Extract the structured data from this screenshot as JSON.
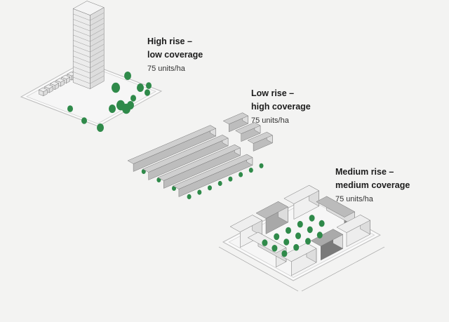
{
  "typologies": [
    {
      "title_line1": "High rise –",
      "title_line2": "low coverage",
      "density": "75 units/ha"
    },
    {
      "title_line1": "Low rise –",
      "title_line2": "high coverage",
      "density": "75 units/ha"
    },
    {
      "title_line1": "Medium rise –",
      "title_line2": "medium coverage",
      "density": "75 units/ha"
    }
  ],
  "colors": {
    "background": "#f3f3f2",
    "tree": "#2f8a4a",
    "building": "#e9e9e9",
    "building_dark": "#9a9a9a",
    "line": "#777777"
  }
}
